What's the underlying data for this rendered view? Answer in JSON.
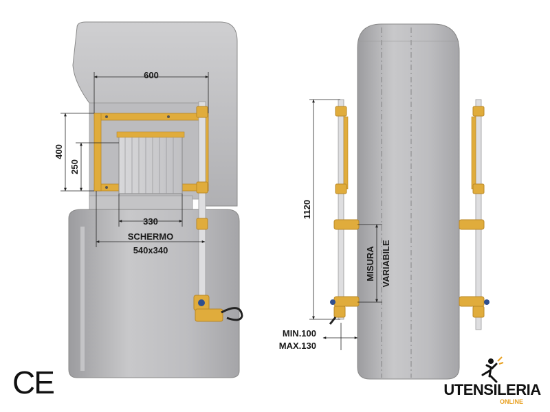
{
  "colors": {
    "body": "#b9b9bb",
    "body_light": "#d6d6d8",
    "body_dark": "#8f8f92",
    "frame": "#e0ac3c",
    "frame_dark": "#b98726",
    "rod": "#d9d9db",
    "dimension": "#222222",
    "logo_text": "#111111",
    "logo_accent": "#e8a020"
  },
  "left_view": {
    "dim_width_total": "600",
    "dim_height_total": "400",
    "dim_height_screen": "250",
    "dim_width_screen": "330",
    "screen_label": "SCHERMO",
    "screen_size": "540x340"
  },
  "right_view": {
    "dim_height": "1120",
    "variable_label_1": "MISURA",
    "variable_label_2": "VARIABILE",
    "min_label": "MIN.100",
    "max_label": "MAX.130"
  },
  "marks": {
    "ce": "CE",
    "brand_top": "UTENSILERIA",
    "brand_bottom": "ONLINE"
  }
}
